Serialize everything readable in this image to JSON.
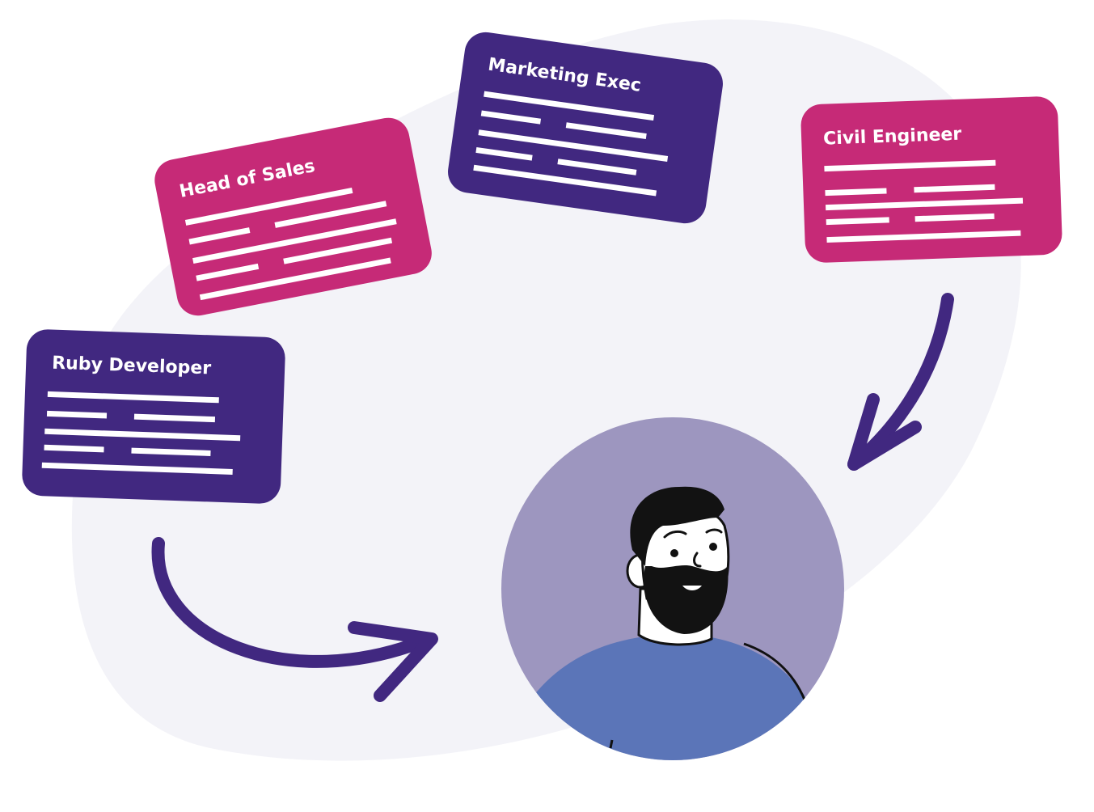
{
  "colors": {
    "background": "#ffffff",
    "blob": "#f3f3f8",
    "purple": "#412880",
    "magenta": "#c62a77",
    "circle": "#9d96bf",
    "shirt": "#5b75b8",
    "beard": "#121212",
    "skin": "#ffffff",
    "outline": "#111111"
  },
  "cards": [
    {
      "id": "ruby-developer",
      "title": "Ruby Developer",
      "color": "purple"
    },
    {
      "id": "head-of-sales",
      "title": "Head of Sales",
      "color": "magenta"
    },
    {
      "id": "marketing-exec",
      "title": "Marketing Exec",
      "color": "purple"
    },
    {
      "id": "civil-engineer",
      "title": "Civil Engineer",
      "color": "magenta"
    }
  ],
  "arrows": [
    {
      "from": "ruby-developer",
      "to": "candidate"
    },
    {
      "from": "civil-engineer",
      "to": "candidate"
    }
  ],
  "candidate": {
    "icon": "bearded-man-avatar"
  }
}
